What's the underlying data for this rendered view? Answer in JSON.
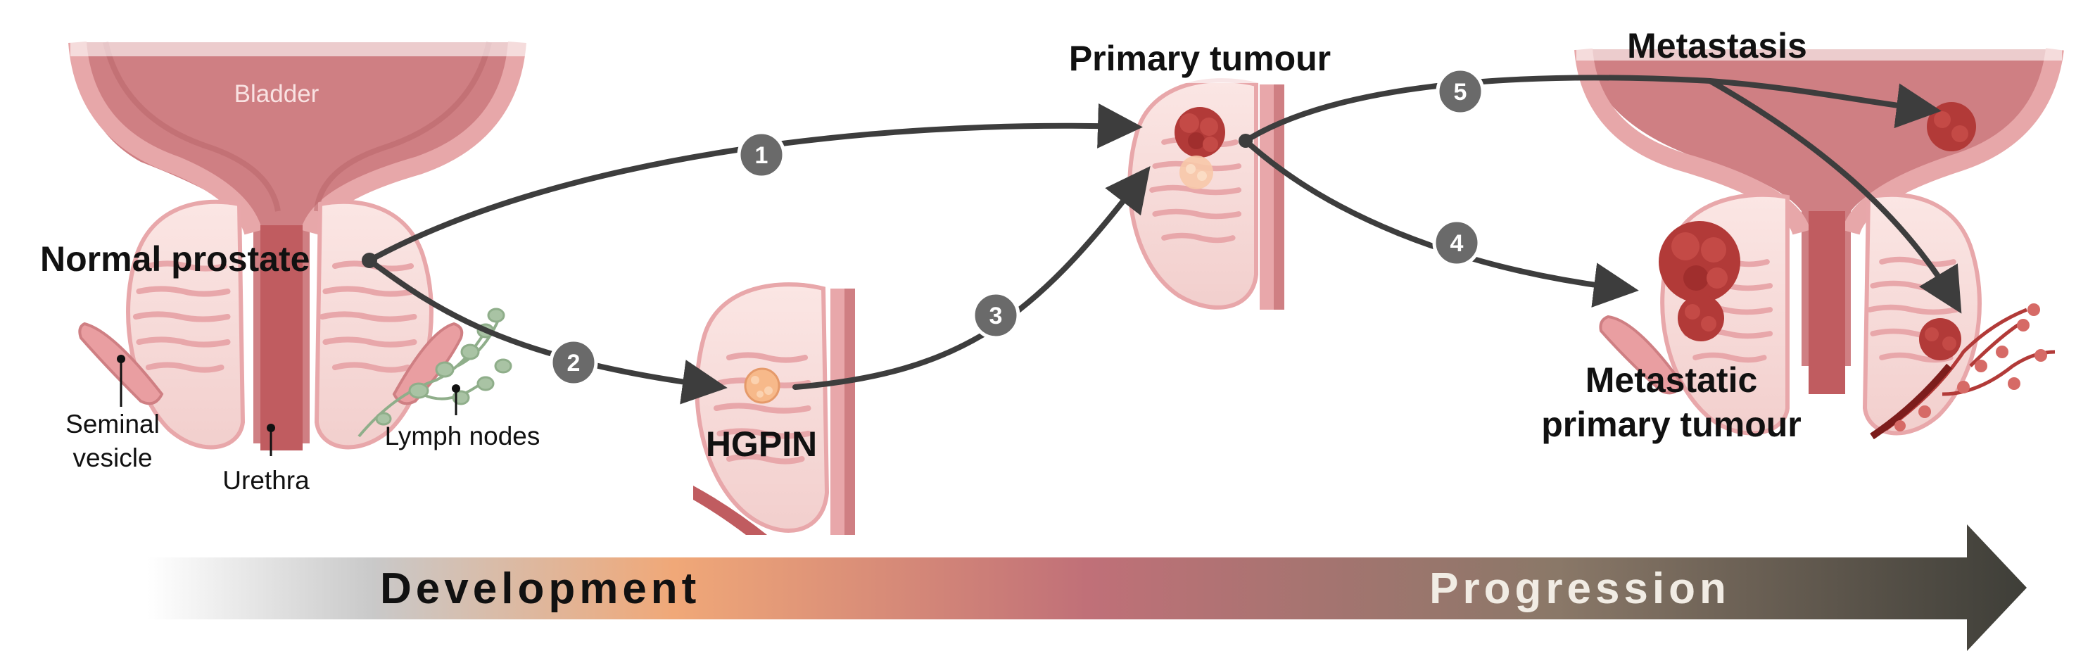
{
  "labels": {
    "bladder": "Bladder",
    "normal_prostate": "Normal prostate",
    "seminal_vesicle_line1": "Seminal",
    "seminal_vesicle_line2": "vesicle",
    "urethra": "Urethra",
    "lymph_nodes": "Lymph nodes",
    "hgpin": "HGPIN",
    "primary_tumour": "Primary tumour",
    "metastasis": "Metastasis",
    "metastatic_line1": "Metastatic",
    "metastatic_line2": "primary tumour"
  },
  "steps": [
    "1",
    "2",
    "3",
    "4",
    "5"
  ],
  "bar": {
    "left": "Development",
    "right": "Progression",
    "colors": [
      "#ffffff",
      "#c9c9c9",
      "#f0a878",
      "#c07078",
      "#8a7868",
      "#3e3e38"
    ]
  },
  "colors": {
    "tissue": "#d78c8f",
    "tissue_light": "#f7dcdb",
    "tumour": "#b23a38",
    "hgpin": "#f7b98a",
    "arrow": "#3d3d3d",
    "step_marker": "#6a6a6a",
    "lymph": "#a9c3a4"
  }
}
